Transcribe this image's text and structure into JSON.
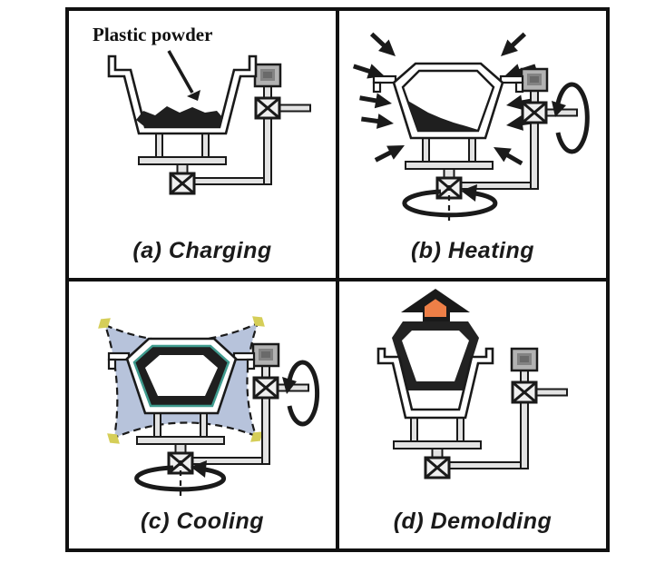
{
  "panels": [
    {
      "id": "a",
      "caption": "(a) Charging",
      "annotation": "Plastic powder"
    },
    {
      "id": "b",
      "caption": "(b) Heating"
    },
    {
      "id": "c",
      "caption": "(c) Cooling"
    },
    {
      "id": "d",
      "caption": "(d) Demolding"
    }
  ],
  "colors": {
    "ink": "#1a1a1a",
    "machine_fill": "#e3e3e3",
    "motor_box_gray": "#b2b2b2",
    "powder_black": "#1f1f1f",
    "spray_blue": "#b7c3db",
    "nozzle_yellow": "#d5ce58",
    "liner_teal": "#3f9b8e",
    "part_orange": "#ee7f47"
  }
}
